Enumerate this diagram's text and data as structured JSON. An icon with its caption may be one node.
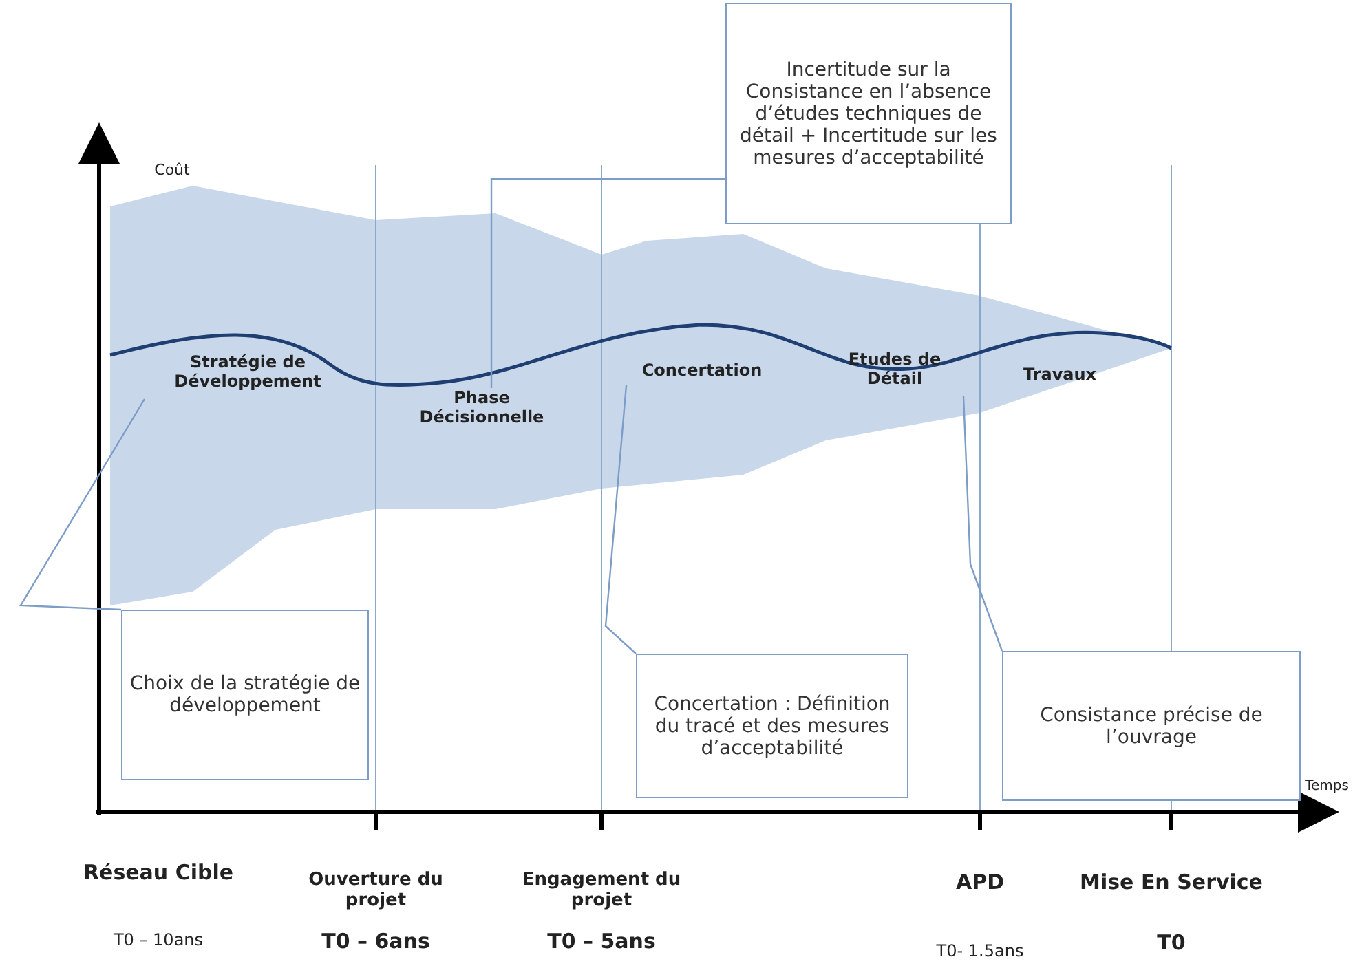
{
  "diagram": {
    "nodes": [
      {
        "text": [
          "Incertitude sur la Consistance en l’absence d’études techniques de détail + Incertitude sur les mesures d’acceptabilité"
        ]
      },
      {
        "text": [
          "Stratégie de Développement"
        ]
      },
      {
        "text": [
          "Phase Décisionnelle"
        ]
      },
      {
        "text": [
          "Concertation"
        ]
      },
      {
        "text": [
          "Etudes de Détail"
        ]
      },
      {
        "text": [
          "Travaux"
        ]
      },
      {
        "text": [
          "Choix de la stratégie de développement"
        ]
      },
      {
        "text": [
          "Concertation : Définition du tracé et des mesures d’acceptabilité"
        ]
      },
      {
        "text": [
          "Consistance précise de l’ouvrage"
        ]
      }
    ],
    "edges": [
      {
        "from": 2,
        "to": 0,
        "arrow": "none"
      },
      {
        "from": 1,
        "to": 6,
        "arrow": "none"
      },
      {
        "from": 3,
        "to": 7,
        "arrow": "none"
      },
      {
        "from": 4,
        "to": 8,
        "arrow": "none"
      }
    ],
    "labels": [
      "Coût",
      "Temps",
      "Réseau Cible",
      "T0 – 10ans",
      "Ouverture du projet",
      "T0 – 6ans",
      "Engagement du projet",
      "T0 – 5ans",
      "APD",
      "T0- 1.5ans",
      "Mise En Service",
      "T0"
    ]
  }
}
